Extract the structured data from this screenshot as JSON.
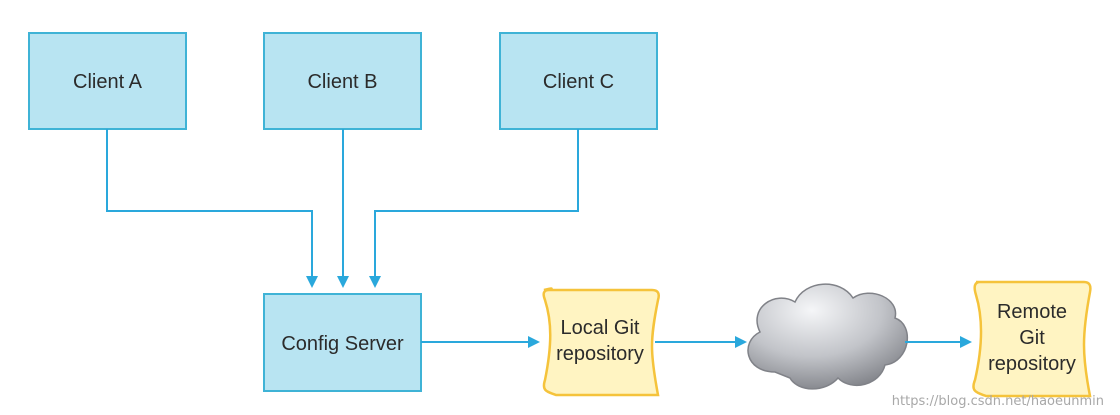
{
  "nodes": {
    "client_a": "Client A",
    "client_b": "Client B",
    "client_c": "Client C",
    "config_server": "Config Server",
    "local_git": [
      "Local Git",
      "repository"
    ],
    "remote_git": [
      "Remote",
      "Git",
      "repository"
    ]
  },
  "watermark": "https://blog.csdn.net/haoeunmin",
  "colors": {
    "box_fill": "#b8e4f2",
    "box_stroke": "#3fb3d6",
    "arrow": "#2aa8dc",
    "doc_fill": "#fff4c2",
    "doc_stroke": "#f5c33b",
    "cloud_light": "#f2f3f5",
    "cloud_dark": "#7f8187"
  }
}
